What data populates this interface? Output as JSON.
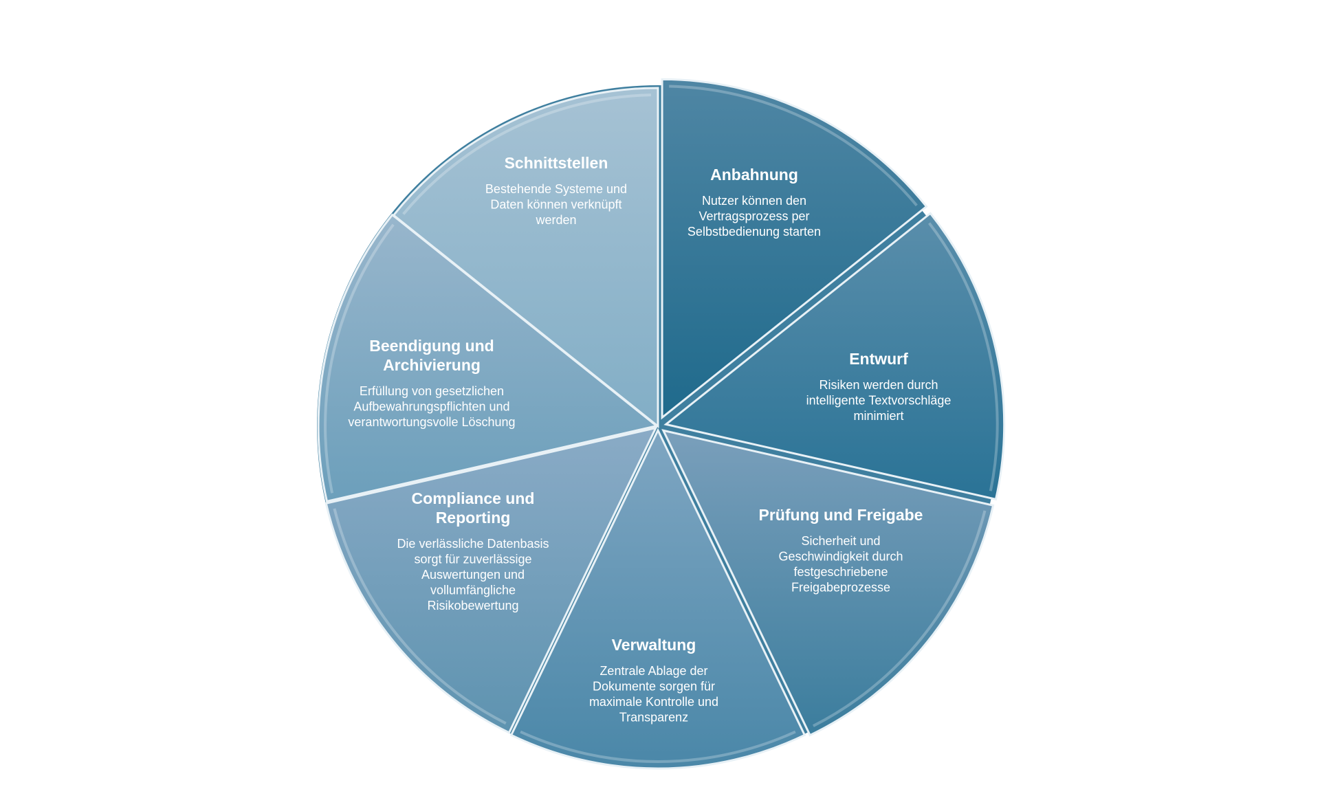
{
  "diagram": {
    "segments": [
      {
        "id": "anbahnung",
        "title": [
          "Anbahnung"
        ],
        "body": [
          "Nutzer können den",
          "Vertragsprozess per",
          "Selbstbedienung starten"
        ],
        "color_top": "#4f86a4",
        "color_bottom": "#1f6a8c"
      },
      {
        "id": "entwurf",
        "title": [
          "Entwurf"
        ],
        "body": [
          "Risiken werden durch",
          "intelligente Textvorschläge",
          "minimiert"
        ],
        "color_top": "#5a8eab",
        "color_bottom": "#2a7396"
      },
      {
        "id": "pruefung",
        "title": [
          "Prüfung und Freigabe"
        ],
        "body": [
          "Sicherheit und",
          "Geschwindigkeit durch",
          "festgeschriebene",
          "Freigabeprozesse"
        ],
        "color_top": "#7a9fbb",
        "color_bottom": "#3b7d9d"
      },
      {
        "id": "verwaltung",
        "title": [
          "Verwaltung"
        ],
        "body": [
          "Zentrale Ablage der",
          "Dokumente sorgen für",
          "maximale Kontrolle  und",
          "Transparenz"
        ],
        "color_top": "#7fa6c2",
        "color_bottom": "#4a87a8"
      },
      {
        "id": "compliance",
        "title": [
          "Compliance und",
          "Reporting"
        ],
        "body": [
          "Die  verlässliche Datenbasis",
          "sorgt für zuverlässige",
          "Auswertungen und",
          "vollumfängliche",
          "Risikobewertung"
        ],
        "color_top": "#8aabc6",
        "color_bottom": "#5e93b0"
      },
      {
        "id": "beendigung",
        "title": [
          "Beendigung und",
          "Archivierung"
        ],
        "body": [
          "Erfüllung von gesetzlichen",
          "Aufbewahrungspflichten und",
          "verantwortungsvolle Löschung"
        ],
        "color_top": "#98b6cc",
        "color_bottom": "#6c9fbb"
      },
      {
        "id": "schnittstellen",
        "title": [
          "Schnittstellen"
        ],
        "body": [
          "Bestehende Systeme und",
          "Daten können verknüpft",
          "werden"
        ],
        "color_top": "#a6c2d4",
        "color_bottom": "#82aec6"
      }
    ]
  }
}
